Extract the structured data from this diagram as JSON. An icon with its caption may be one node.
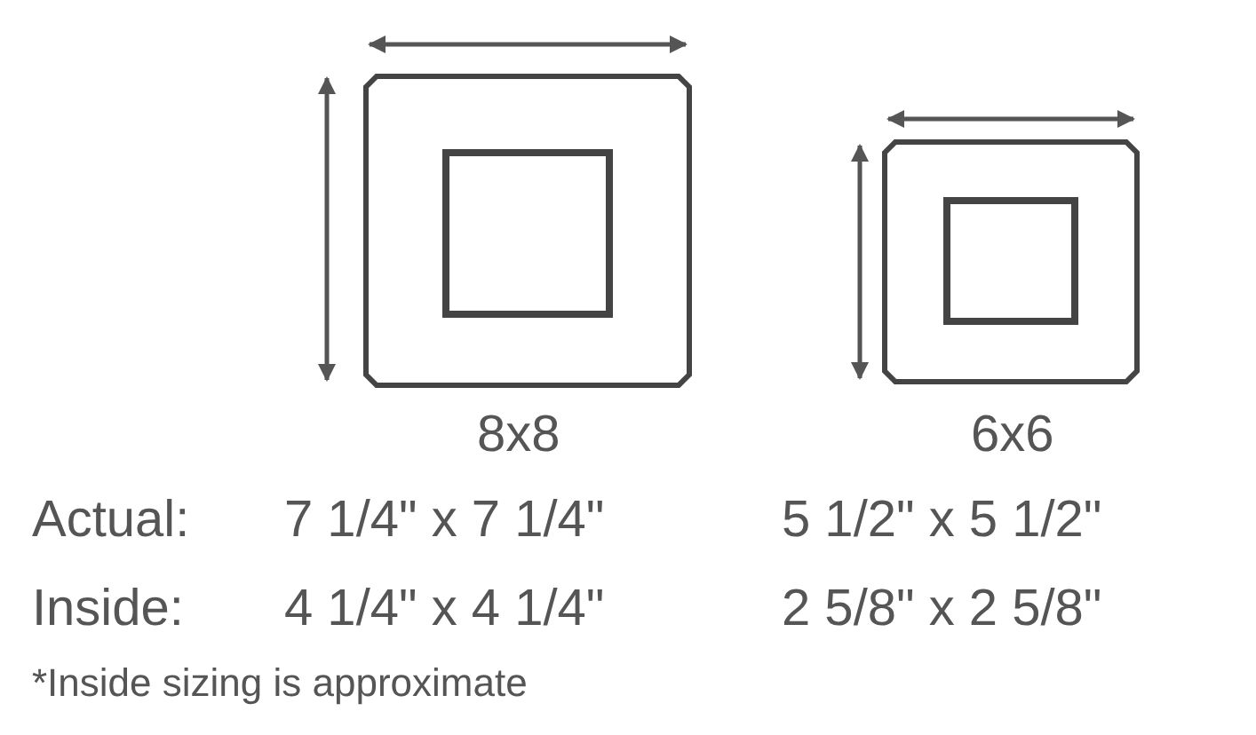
{
  "diagram": {
    "labels": [
      "8x8",
      "6x6",
      "Actual:",
      "7 1/4\" x 7 1/4\"",
      "5 1/2\" x 5 1/2\"",
      "Inside:",
      "4 1/4\" x 4 1/4\"",
      "2 5/8\" x 2 5/8\"",
      "*Inside sizing is approximate"
    ]
  }
}
